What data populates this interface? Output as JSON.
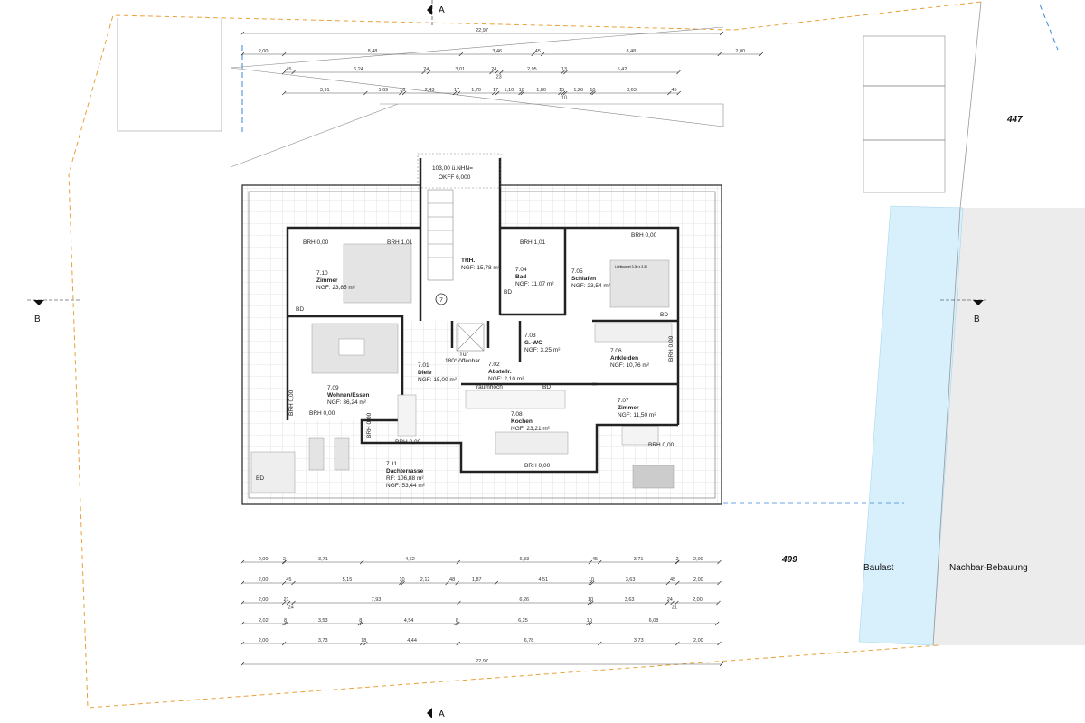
{
  "plot": {
    "north_number": "447",
    "south_number": "499",
    "baulast": "Baulast",
    "neighbor": "Nachbar-Bebauung"
  },
  "section_markers": {
    "a": "A",
    "b": "B"
  },
  "level": {
    "nhn": "103,00 ü.NHN=",
    "okff": "OKFF 6,000"
  },
  "rooms": [
    {
      "no": "7.10",
      "name": "Zimmer",
      "area": "NGF: 23,85 m²"
    },
    {
      "no": "",
      "name": "TRH.",
      "area": "NGF: 15,78 m²"
    },
    {
      "no": "7.04",
      "name": "Bad",
      "area": "NGF: 11,07 m²"
    },
    {
      "no": "7.05",
      "name": "Schlafen",
      "area": "NGF: 23,54 m²"
    },
    {
      "no": "7.03",
      "name": "G.-WC",
      "area": "NGF: 3,25 m²"
    },
    {
      "no": "7.06",
      "name": "Ankleiden",
      "area": "NGF: 10,76 m²"
    },
    {
      "no": "7.01",
      "name": "Diele",
      "area": "NGF: 15,00 m²"
    },
    {
      "no": "7.02",
      "name": "Abstellr.",
      "area": "NGF: 2,10 m²"
    },
    {
      "no": "7.09",
      "name": "Wohnen/Essen",
      "area": "NGF: 36,24 m²"
    },
    {
      "no": "7.08",
      "name": "Kochen",
      "area": "NGF: 23,21 m²"
    },
    {
      "no": "7.07",
      "name": "Zimmer",
      "area": "NGF: 11,50 m²"
    },
    {
      "no": "7.11",
      "name": "Dachterrasse",
      "area": "RF: 106,88 m²",
      "area2": "NGF: 53,44 m²"
    }
  ],
  "brh": {
    "zero": "BRH 0,00",
    "one": "BRH 1,01"
  },
  "notes": {
    "door": "Tür",
    "door2": "180° öffenbar",
    "raumhoch": "raumhoch",
    "bd": "BD",
    "stair_no": "7",
    "skylight": "Lichtkuppel 3,30 x 3,30"
  },
  "dims_top": [
    [
      "22,97"
    ],
    [
      "2,00",
      "8,48",
      "3,46",
      "45",
      "8,48",
      "2,00"
    ],
    [
      "45",
      "6,24",
      "24",
      "3,01",
      "24",
      "23",
      "2,95",
      "13",
      "5,42"
    ],
    [
      "3,91",
      "1,69",
      "16",
      "2,43",
      "17",
      "1,70",
      "17",
      "1,10",
      "10",
      "1,80",
      "15",
      "10",
      "1,26",
      "10",
      "3,63",
      "45"
    ]
  ],
  "dims_bottom": [
    [
      "2,00",
      "2",
      "3,71",
      "4,62",
      "6,33",
      "45",
      "3,71",
      "2",
      "2,00"
    ],
    [
      "2,00",
      "45",
      "5,15",
      "10",
      "2,12",
      "48",
      "1,87",
      "4,51",
      "10",
      "3,63",
      "45",
      "2,00"
    ],
    [
      "2,00",
      "21",
      "24",
      "7,93",
      "6,26",
      "10",
      "3,63",
      "24",
      "21",
      "2,00"
    ],
    [
      "2,02",
      "8",
      "3,53",
      "8",
      "4,54",
      "8",
      "6,25",
      "10",
      "6,08"
    ],
    [
      "2,00",
      "3,73",
      "18",
      "4,44",
      "6,78",
      "3,73",
      "2,00"
    ],
    [
      "22,97"
    ]
  ],
  "colors": {
    "plot_line": "#e8a13a",
    "baulast": "#d8f0fb",
    "neighbor": "#ececec",
    "blue_line": "#3b86d6"
  }
}
